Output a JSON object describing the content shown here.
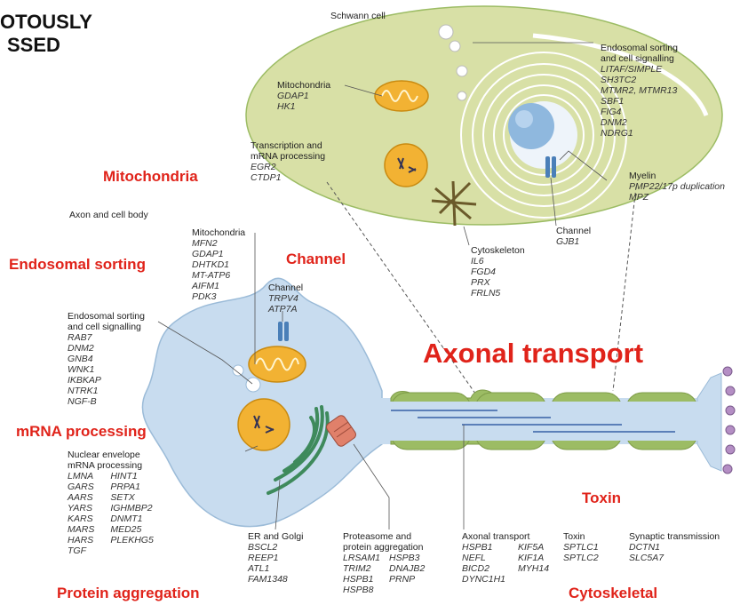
{
  "headline": {
    "line1": "OTOUSLY",
    "line2": "SSED"
  },
  "overlay": {
    "mitochondria": "Mitochondria",
    "endosomal": "Endosomal sorting",
    "channel": "Channel",
    "mrna": "mRNA processing",
    "axonal": "Axonal transport",
    "toxin": "Toxin",
    "protein": "Protein aggregation",
    "cytoskeletal": "Cytoskeletal"
  },
  "schwann": {
    "title": "Schwann cell",
    "endosomal": {
      "header": "Endosomal sorting\nand cell signalling",
      "genes": "LITAF/SIMPLE\nSH3TC2\nMTMR2, MTMR13\nSBF1\nFIG4\nDNM2\nNDRG1"
    },
    "mitochondria": {
      "header": "Mitochondria",
      "genes": "GDAP1\nHK1"
    },
    "transcription": {
      "header": "Transcription and\nmRNA processing",
      "genes": "EGR2\nCTDP1"
    },
    "myelin": {
      "header": "Myelin",
      "genes": "PMP22/17p duplication\nMPZ"
    },
    "channel": {
      "header": "Channel",
      "genes": "GJB1"
    },
    "cytoskeleton": {
      "header": "Cytoskeleton",
      "genes": "IL6\nFGD4\nPRX\nFRLN5"
    }
  },
  "axon": {
    "title": "Axon and cell body",
    "mitochondria": {
      "header": "Mitochondria",
      "genes": "MFN2\nGDAP1\nDHTKD1\nMT-ATP6\nAIFM1\nPDK3"
    },
    "channel": {
      "header": "Channel",
      "genes": "TRPV4\nATP7A"
    },
    "endosomal": {
      "header": "Endosomal sorting\nand cell signalling",
      "genes": "RAB7\nDNM2\nGNB4\nWNK1\nIKBKAP\nNTRK1\nNGF-B"
    },
    "nuclear": {
      "header": "Nuclear envelope\nmRNA processing",
      "genes_col1": "LMNA\nGARS\nAARS\nYARS\nKARS\nMARS\nHARS\nTGF",
      "genes_col2": "HINT1\nPRPA1\nSETX\nIGHMBP2\nDNMT1\nMED25\nPLEKHG5"
    },
    "er": {
      "header": "ER and Golgi",
      "genes": "BSCL2\nREEP1\nATL1\nFAM1348"
    },
    "proteasome": {
      "header": "Proteasome and\nprotein aggregation",
      "genes_col1": "LRSAM1\nTRIM2\nHSPB1\nHSPB8",
      "genes_col2": "HSPB3\nDNAJB2\nPRNP"
    },
    "axonal": {
      "header": "Axonal transport",
      "genes_col1": "HSPB1\nNEFL\nBICD2\nDYNC1H1",
      "genes_col2": "KIF5A\nKIF1A\nMYH14"
    },
    "toxin": {
      "header": "Toxin",
      "genes": "SPTLC1\nSPTLC2"
    },
    "synaptic": {
      "header": "Synaptic transmission",
      "genes": "DCTN1\nSLC5A7"
    }
  },
  "colors": {
    "red": "#e0231a",
    "cell_fill": "#c8dcef",
    "schwann_fill": "#d8e0a6",
    "myelin_green": "#9cbc64",
    "mito_orange": "#f2b233",
    "er_green": "#3e8a5c"
  }
}
